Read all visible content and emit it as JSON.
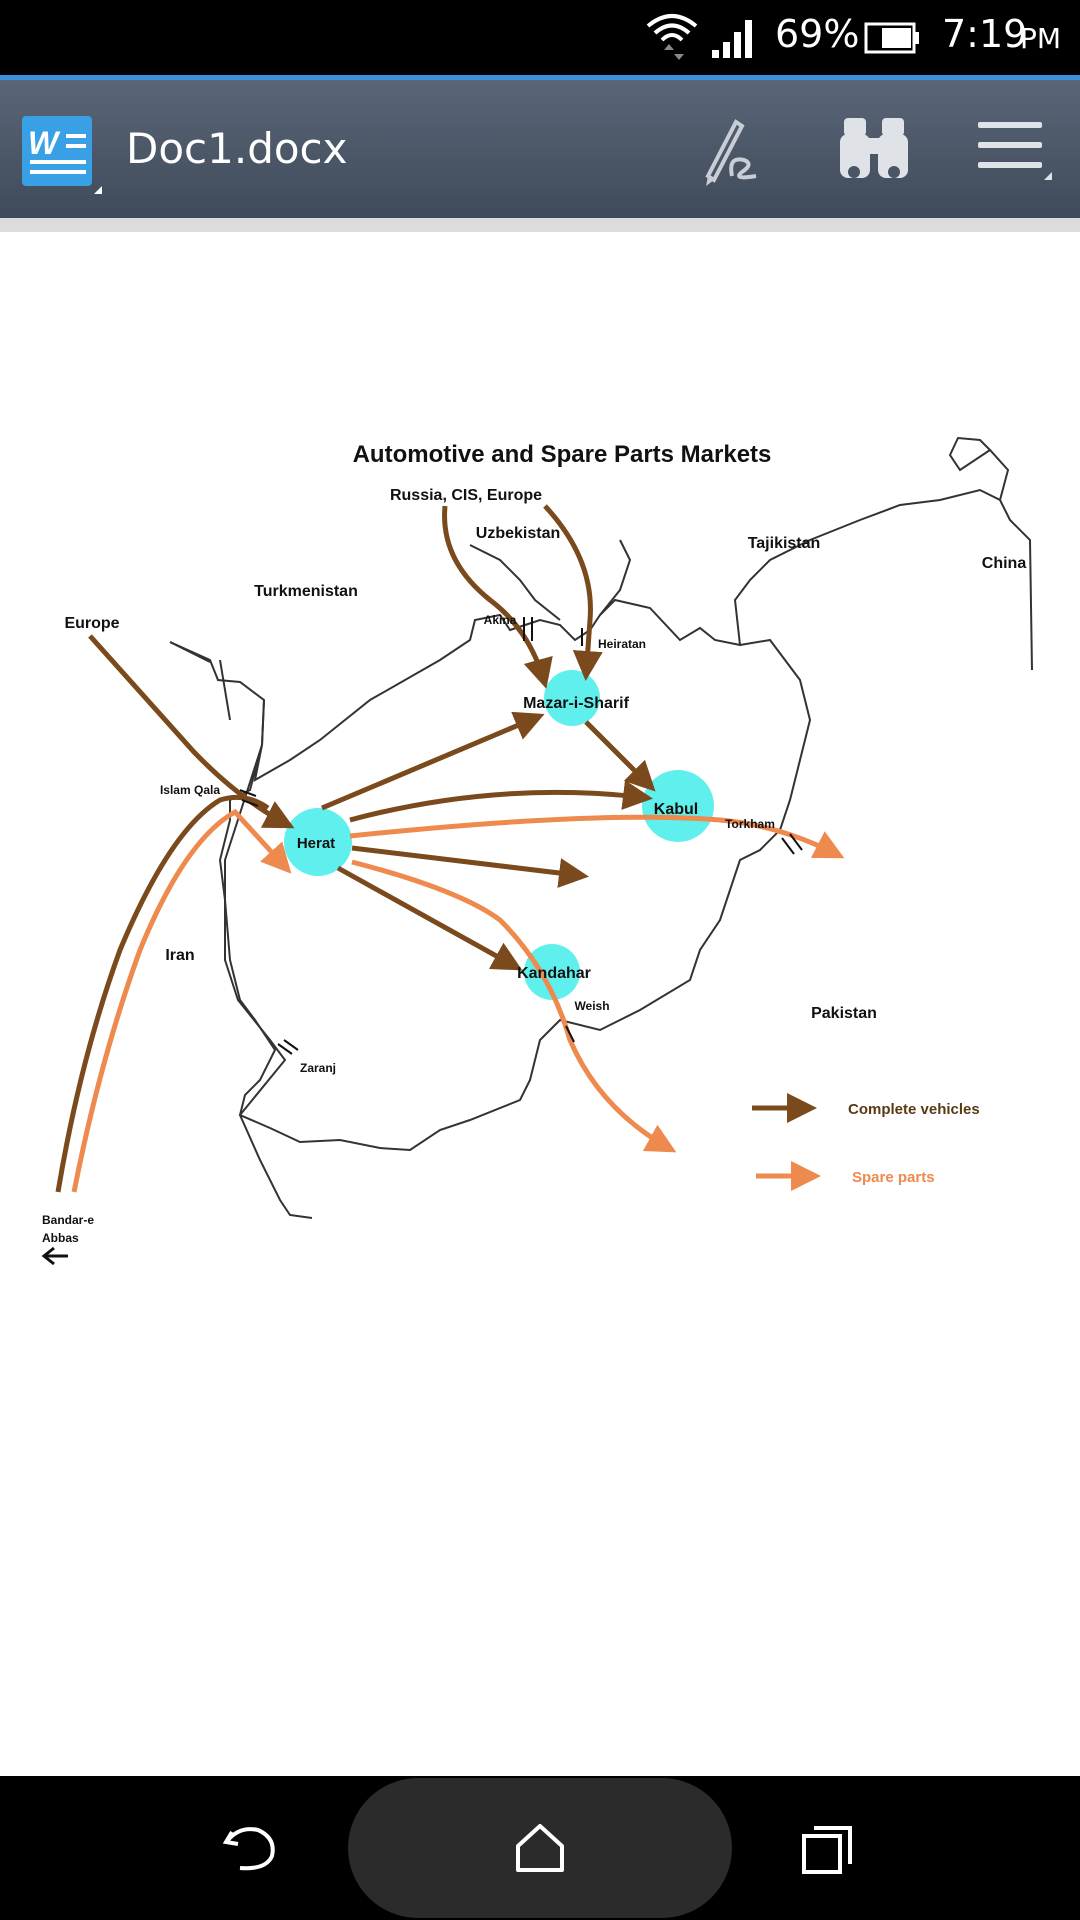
{
  "status_bar": {
    "battery_percent": "69%",
    "time": "7:19",
    "ampm": "PM"
  },
  "toolbar": {
    "title": "Doc1.docx",
    "app_icon": "word-doc-icon",
    "actions": [
      "pen-icon",
      "binoculars-icon",
      "menu-icon"
    ]
  },
  "map": {
    "title": "Automotive and Spare Parts Markets",
    "labels": {
      "russia": "Russia, CIS, Europe",
      "uzbekistan": "Uzbekistan",
      "tajikistan": "Tajikistan",
      "china": "China",
      "turkmenistan": "Turkmenistan",
      "europe": "Europe",
      "akina": "Akina",
      "heiratan": "Heiratan",
      "mazar": "Mazar-i-Sharif",
      "islam_qala": "Islam Qala",
      "herat": "Herat",
      "kabul": "Kabul",
      "torkham": "Torkham",
      "iran": "Iran",
      "kandahar": "Kandahar",
      "weish": "Weish",
      "pakistan": "Pakistan",
      "zaranj": "Zaranj",
      "bandar_line1": "Bandar-e",
      "bandar_line2": "Abbas"
    },
    "legend": {
      "complete_vehicles": "Complete vehicles",
      "spare_parts": "Spare parts"
    },
    "colors": {
      "complete_vehicles": "#7a4a1c",
      "spare_parts": "#ee8a4e",
      "city": "#5ff0ee"
    }
  },
  "nav_bar": {
    "buttons": [
      "back-icon",
      "home-icon",
      "recents-icon"
    ]
  }
}
